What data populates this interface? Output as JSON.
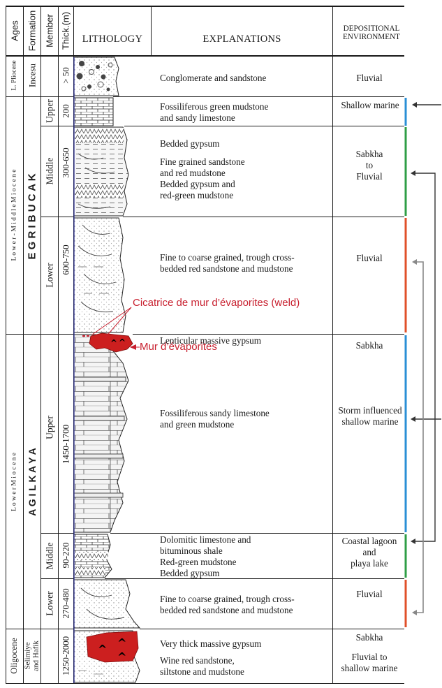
{
  "header": {
    "ages": "Ages",
    "formation": "Formation",
    "member": "Member",
    "thickness": "Thick.(m)",
    "lithology": "LITHOLOGY",
    "explanations": "EXPLANATIONS",
    "environment_line1": "DEPOSITIONAL",
    "environment_line2": "ENVIRONMENT"
  },
  "ages": {
    "pliocene": "L. Pliocene",
    "lower_middle_miocene": "L o w e r - M i d d l e  M i o c e n e",
    "lower_miocene": "L o w e r   M i o c e n e",
    "oligocene": "Oligocene"
  },
  "formations": {
    "incesu": "Incesu",
    "egribucak": "E G R I B U C A K",
    "agilkaya": "A G I L K A Y A",
    "selimiye": "Selimiye",
    "hafik": "and Hafik"
  },
  "rows": [
    {
      "member": "",
      "thickness": "> 50",
      "explanation": [
        "Conglomerate and sandstone"
      ],
      "environment": [
        "Fluvial"
      ]
    },
    {
      "member": "Upper",
      "thickness": "200",
      "explanation": [
        "Fossiliferous green mudstone",
        "and sandy limestone"
      ],
      "environment": [
        "Shallow marine"
      ]
    },
    {
      "member": "Middle",
      "thickness": "300-650",
      "explanation": [
        "Bedded gypsum",
        "",
        "Fine grained sandstone",
        "and red mudstone",
        "Bedded gypsum and",
        "red-green  mudstone"
      ],
      "environment": [
        "Sabkha",
        "to",
        "Fluvial"
      ]
    },
    {
      "member": "Lower",
      "thickness": "600-750",
      "explanation": [
        "Fine to coarse grained, trough cross-",
        "bedded red sandstone and mudstone"
      ],
      "environment": [
        "Fluvial"
      ]
    },
    {
      "member": "Upper",
      "thickness": "1450-1700",
      "explanation": [
        "Lenticular massive gypsum"
      ],
      "environment": [
        "Sabkha"
      ]
    },
    {
      "member": "",
      "thickness": "",
      "explanation": [
        "Fossiliferous sandy limestone",
        "and green mudstone"
      ],
      "environment": [
        "Storm influenced",
        "shallow marine"
      ]
    },
    {
      "member": "Middle",
      "thickness": "90-220",
      "explanation": [
        "Dolomitic limestone and",
        "bituminous shale",
        "Red-green  mudstone",
        "Bedded gypsum"
      ],
      "environment": [
        "Coastal lagoon",
        "and",
        "playa lake"
      ]
    },
    {
      "member": "Lower",
      "thickness": "270-480",
      "explanation": [
        "Fine to coarse grained, trough cross-",
        "bedded red sandstone and mudstone"
      ],
      "environment": [
        "Fluvial"
      ]
    },
    {
      "member": "",
      "thickness": "1250-2000",
      "explanation": [
        "Very thick massive gypsum",
        "",
        "Wine red sandstone,",
        "siltstone and mudstone"
      ],
      "environment": [
        "Sabkha",
        "",
        "Fluvial to",
        "shallow marine"
      ]
    }
  ],
  "annotations": {
    "weld": "Cicatrice de mur d’évaporites (weld)",
    "wall": "Mur d’évaporites"
  },
  "colors": {
    "annotation_red": "#c8202f",
    "gypsum_red": "#cc1f1f",
    "bar_blue": "#2a8fd6",
    "bar_green": "#2f9e46",
    "bar_orange": "#e0502a",
    "baseline_blue": "#2b2f8f"
  }
}
